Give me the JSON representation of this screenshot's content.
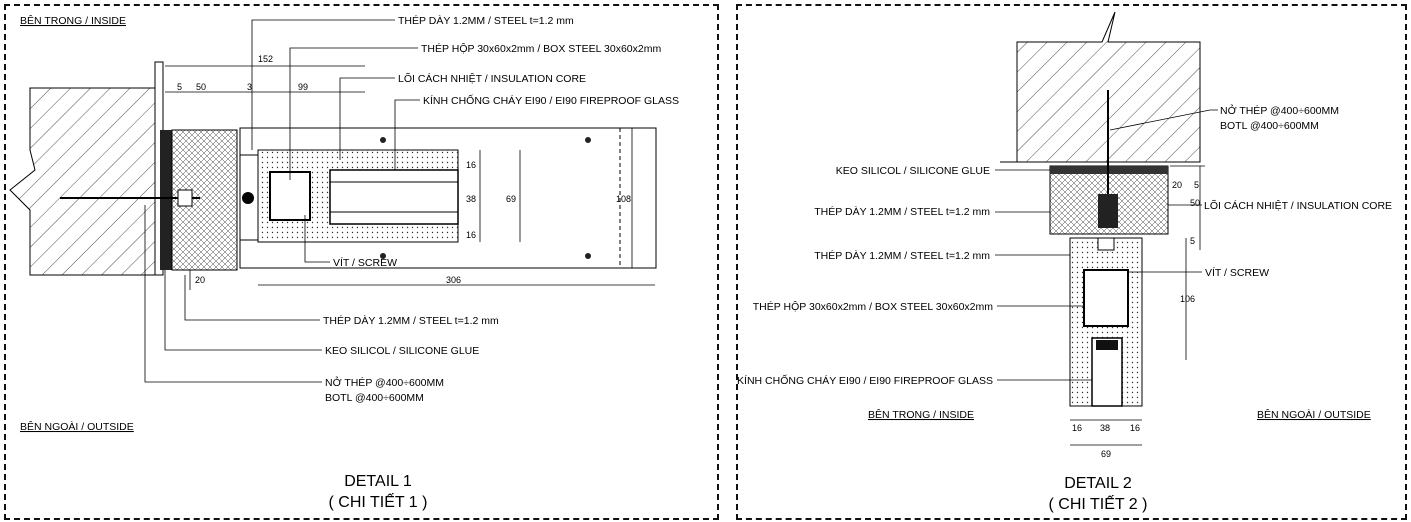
{
  "detail1": {
    "inside_label": "BÊN TRONG / INSIDE",
    "outside_label": "BÊN NGOÀI / OUTSIDE",
    "title": "DETAIL 1",
    "subtitle": "( CHI TIẾT 1 )",
    "callouts": {
      "steel_top": "THÉP DÀY 1.2MM /  STEEL t=1.2 mm",
      "box_steel": "THÉP HỘP 30x60x2mm / BOX STEEL 30x60x2mm",
      "insulation": "LÕI CÁCH NHIỆT / INSULATION CORE",
      "glass": "KÍNH CHỐNG CHÁY EI90 / EI90 FIREPROOF GLASS",
      "screw": "VÍT / SCREW",
      "steel_bottom": "THÉP DÀY 1.2MM /  STEEL t=1.2 mm",
      "silicone": "KEO SILICOL / SILICONE GLUE",
      "bolt_vn": "NỞ THÉP @400÷600MM",
      "bolt_en": "BOTL @400÷600MM"
    },
    "dims": {
      "d152": "152",
      "d5": "5",
      "d50": "50",
      "d3": "3",
      "d99": "99",
      "d16a": "16",
      "d38": "38",
      "d16b": "16",
      "d69": "69",
      "d108": "108",
      "d306": "306",
      "d20": "20"
    }
  },
  "detail2": {
    "inside_label": "BÊN TRONG / INSIDE",
    "outside_label": "BÊN NGOÀI / OUTSIDE",
    "title": "DETAIL 2",
    "subtitle": "( CHI TIẾT 2 )",
    "callouts": {
      "bolt_vn": "NỞ THÉP @400÷600MM",
      "bolt_en": "BOTL @400÷600MM",
      "silicone": "KEO SILICOL / SILICONE GLUE",
      "steel_1": "THÉP DÀY 1.2MM /  STEEL t=1.2 mm",
      "insulation": "LÕI CÁCH NHIỆT / INSULATION CORE",
      "steel_2": "THÉP DÀY 1.2MM /  STEEL t=1.2 mm",
      "screw": "VÍT / SCREW",
      "box_steel": "THÉP HỘP 30x60x2mm / BOX STEEL 30x60x2mm",
      "glass": "KÍNH CHỐNG CHÁY EI90 / EI90 FIREPROOF GLASS"
    },
    "dims": {
      "d20": "20",
      "d5a": "5",
      "d50": "50",
      "d5b": "5",
      "d106": "106",
      "d16a": "16",
      "d38": "38",
      "d16b": "16",
      "d69": "69"
    }
  }
}
